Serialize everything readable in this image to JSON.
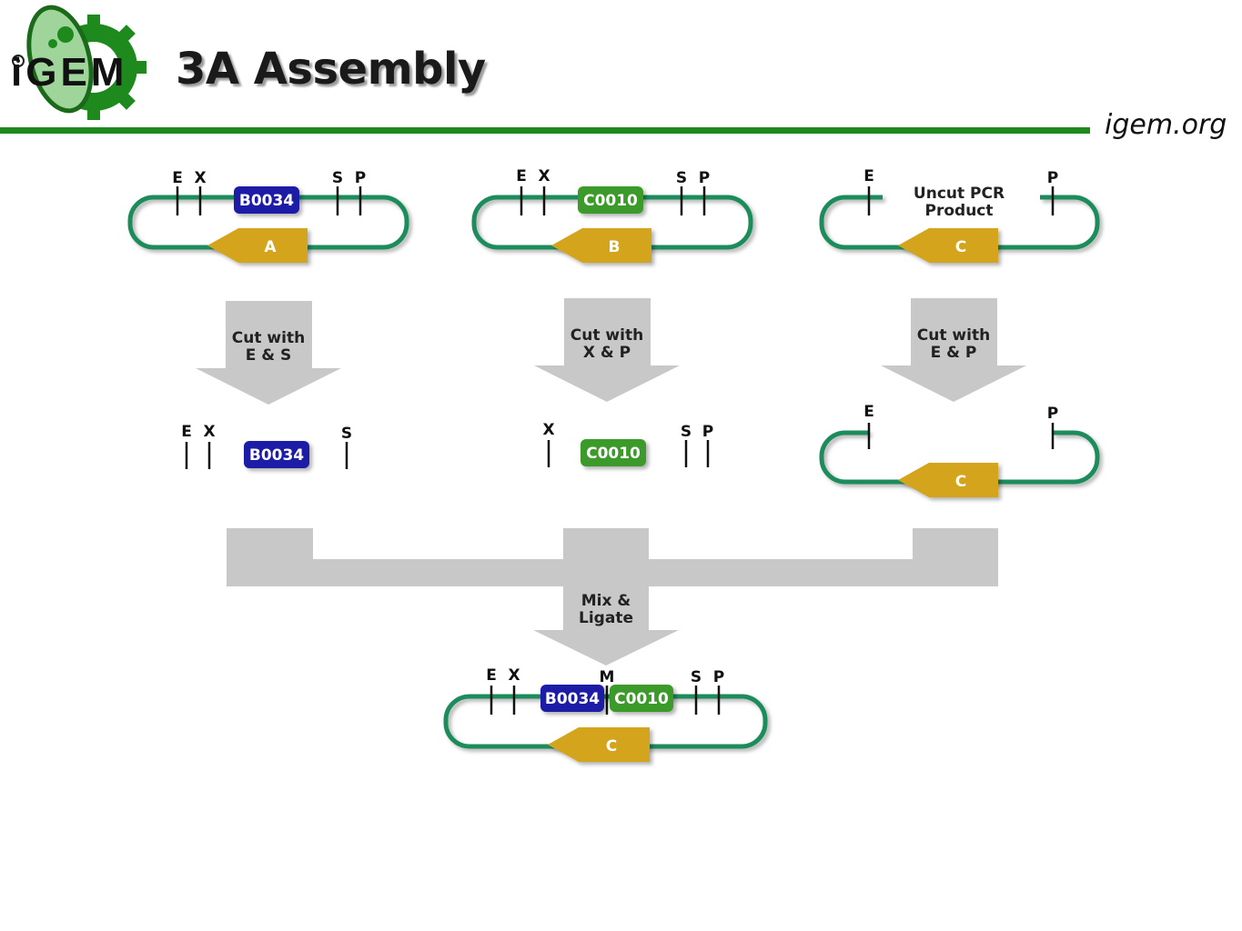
{
  "header": {
    "logo_text": "iGEM",
    "title": "3A Assembly",
    "site": "igem.org"
  },
  "colors": {
    "accent_green": "#1e8a1e",
    "backbone": "#1e8c5c",
    "part_blue": "#1a1aa6",
    "part_green": "#3a9a2a",
    "insert_gold": "#d4a41e",
    "arrow_gray": "#c8c8c8"
  },
  "plasmids": {
    "a": {
      "sites": [
        "E",
        "X",
        "S",
        "P"
      ],
      "part": "B0034",
      "insert": "A"
    },
    "b": {
      "sites": [
        "E",
        "X",
        "S",
        "P"
      ],
      "part": "C0010",
      "insert": "B"
    },
    "c": {
      "sites": [
        "E",
        "P"
      ],
      "label_line1": "Uncut PCR",
      "label_line2": "Product",
      "insert": "C"
    }
  },
  "cuts": {
    "a": {
      "line1": "Cut with",
      "line2": "E & S"
    },
    "b": {
      "line1": "Cut with",
      "line2": "X & P"
    },
    "c": {
      "line1": "Cut with",
      "line2": "E & P"
    }
  },
  "fragments": {
    "a": {
      "sites": [
        "E",
        "X",
        "S"
      ],
      "part": "B0034"
    },
    "b": {
      "sites": [
        "X",
        "S",
        "P"
      ],
      "part": "C0010"
    },
    "c": {
      "sites": [
        "E",
        "P"
      ],
      "insert": "C"
    }
  },
  "mix": {
    "line1": "Mix &",
    "line2": "Ligate"
  },
  "product": {
    "sites": [
      "E",
      "X",
      "M",
      "S",
      "P"
    ],
    "part1": "B0034",
    "part2": "C0010",
    "insert": "C"
  }
}
